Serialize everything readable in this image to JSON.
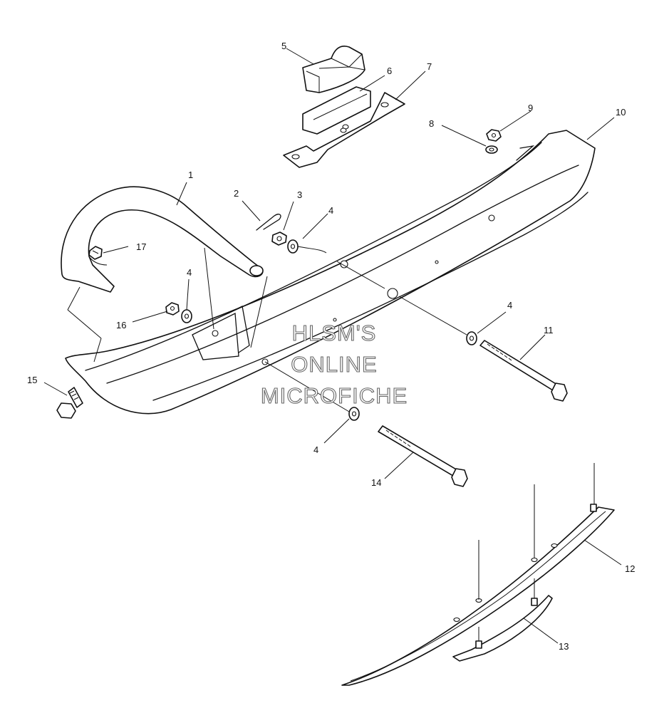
{
  "callouts": [
    {
      "id": "c1",
      "label": "1"
    },
    {
      "id": "c2",
      "label": "2"
    },
    {
      "id": "c3",
      "label": "3"
    },
    {
      "id": "c4a",
      "label": "4"
    },
    {
      "id": "c4b",
      "label": "4"
    },
    {
      "id": "c4c",
      "label": "4"
    },
    {
      "id": "c4d",
      "label": "4"
    },
    {
      "id": "c5",
      "label": "5"
    },
    {
      "id": "c6",
      "label": "6"
    },
    {
      "id": "c7",
      "label": "7"
    },
    {
      "id": "c8",
      "label": "8"
    },
    {
      "id": "c9",
      "label": "9"
    },
    {
      "id": "c10",
      "label": "10"
    },
    {
      "id": "c11",
      "label": "11"
    },
    {
      "id": "c12",
      "label": "12"
    },
    {
      "id": "c13",
      "label": "13"
    },
    {
      "id": "c14",
      "label": "14"
    },
    {
      "id": "c15",
      "label": "15"
    },
    {
      "id": "c16",
      "label": "16"
    },
    {
      "id": "c17",
      "label": "17"
    }
  ],
  "watermark": {
    "line1": "HLSM'S",
    "line2": "ONLINE",
    "line3": "MICROFICHE"
  }
}
